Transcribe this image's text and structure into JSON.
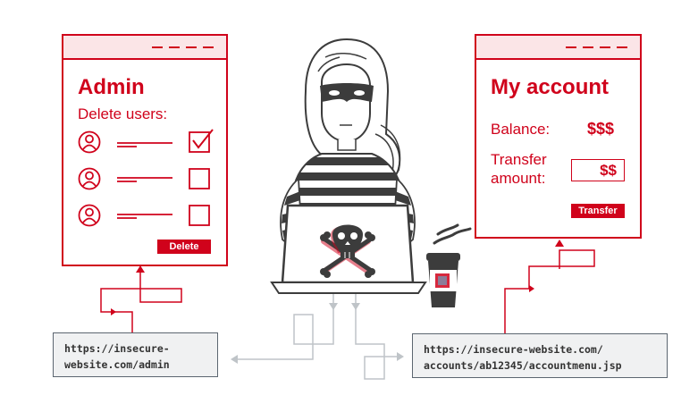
{
  "admin_panel": {
    "title": "Admin",
    "subtitle": "Delete users:",
    "users": [
      {
        "checked": true
      },
      {
        "checked": false
      },
      {
        "checked": false
      }
    ],
    "delete_button": "Delete"
  },
  "account_panel": {
    "title": "My account",
    "balance_label": "Balance:",
    "balance_value": "$$$",
    "transfer_label_line1": "Transfer",
    "transfer_label_line2": "amount:",
    "transfer_value": "$$",
    "transfer_button": "Transfer"
  },
  "urls": {
    "admin_line1": "https://insecure-",
    "admin_line2": "website.com/admin",
    "account_line1": "https://insecure-website.com/",
    "account_line2": "accounts/ab12345/accountmenu.jsp"
  },
  "colors": {
    "accent_red": "#d0021b",
    "window_bar": "#fbe5e7",
    "url_box_bg": "#f0f1f2",
    "line_gray": "#bfc4c8",
    "dark": "#3c3c3c"
  },
  "icons": [
    "user-icon",
    "checkbox-checked-icon",
    "checkbox-empty-icon",
    "skull-crossbones-icon",
    "coffee-cup-icon",
    "hacker-figure"
  ]
}
